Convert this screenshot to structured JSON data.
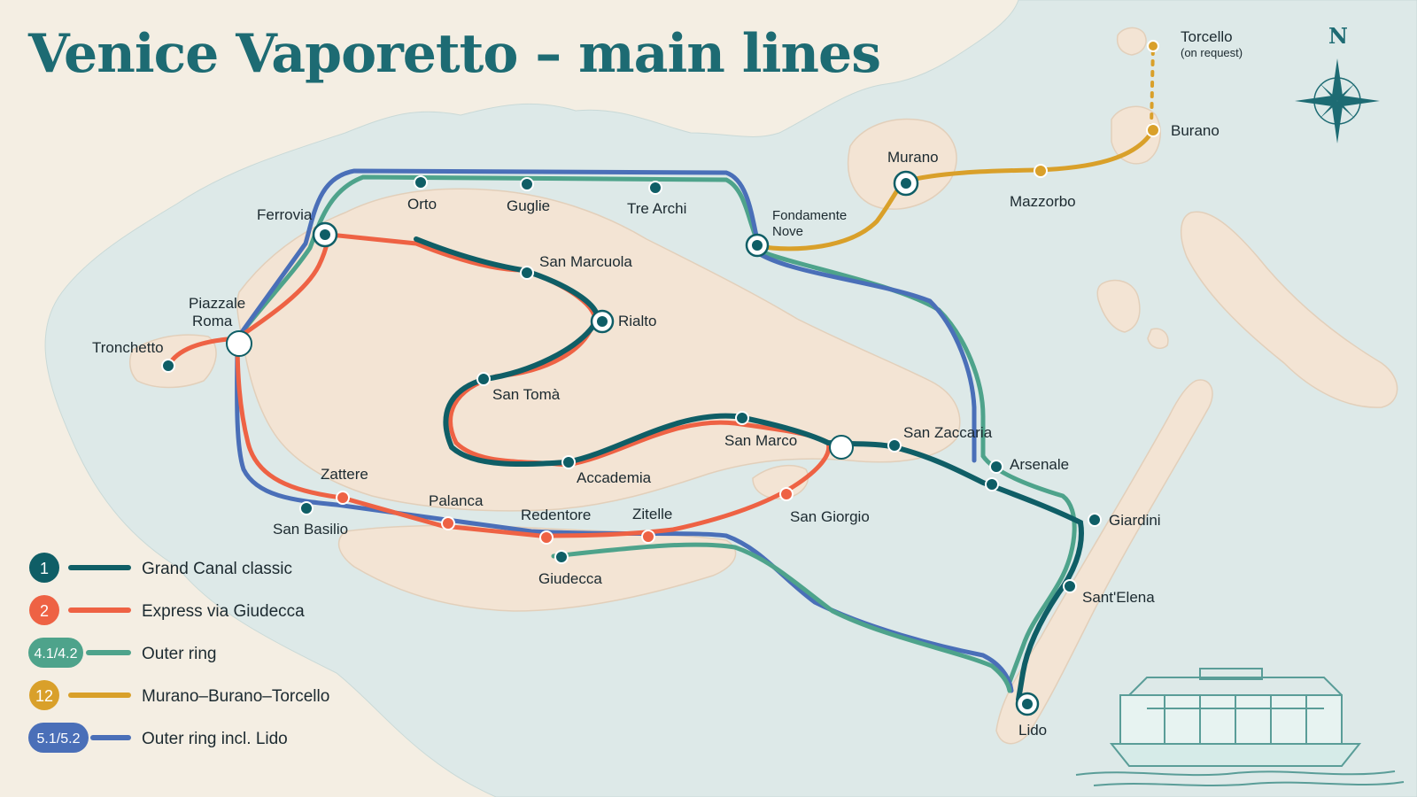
{
  "title": "Venice Vaporetto – main lines",
  "compass": {
    "north_label": "N",
    "icon": "compass-rose-icon"
  },
  "colors": {
    "land": "#f4eee3",
    "water": "#dde9e8",
    "city": "#f3e4d4",
    "line_1": "#0f5e66",
    "line_2": "#ee6244",
    "line_41_42": "#4ea38b",
    "line_12": "#d9a02a",
    "line_51_52": "#4a6fb8"
  },
  "lines": [
    {
      "id": "1",
      "badge": "1",
      "name": "Grand Canal classic",
      "color": "#0f5e66"
    },
    {
      "id": "2",
      "badge": "2",
      "name": "Express via Giudecca",
      "color": "#ee6244"
    },
    {
      "id": "4.1/4.2",
      "badge": "4.1/4.2",
      "name": "Outer ring",
      "color": "#4ea38b"
    },
    {
      "id": "12",
      "badge": "12",
      "name": "Murano–Burano–Torcello",
      "color": "#d9a02a"
    },
    {
      "id": "5.1/5.2",
      "badge": "5.1/5.2",
      "name": "Outer ring incl. Lido",
      "color": "#4a6fb8"
    }
  ],
  "stops": {
    "torcello": "Torcello",
    "torcello_note": "(on request)",
    "burano": "Burano",
    "mazzorbo": "Mazzorbo",
    "murano": "Murano",
    "fondamente_nove_1": "Fondamente",
    "fondamente_nove_2": "Nove",
    "orto": "Orto",
    "guglie": "Guglie",
    "tre_archi": "Tre Archi",
    "ferrovia": "Ferrovia",
    "piazzale_roma_1": "Piazzale",
    "piazzale_roma_2": "Roma",
    "tronchetto": "Tronchetto",
    "san_marcuola": "San Marcuola",
    "rialto": "Rialto",
    "san_toma": "San Tomà",
    "accademia": "Accademia",
    "san_marco": "San Marco",
    "san_zaccaria": "San Zaccaria",
    "arsenale": "Arsenale",
    "giardini": "Giardini",
    "sant_elena": "Sant'Elena",
    "lido": "Lido",
    "san_giorgio": "San Giorgio",
    "zattere": "Zattere",
    "palanca": "Palanca",
    "redentore": "Redentore",
    "zitelle": "Zitelle",
    "san_basilio": "San Basilio",
    "giudecca": "Giudecca"
  }
}
